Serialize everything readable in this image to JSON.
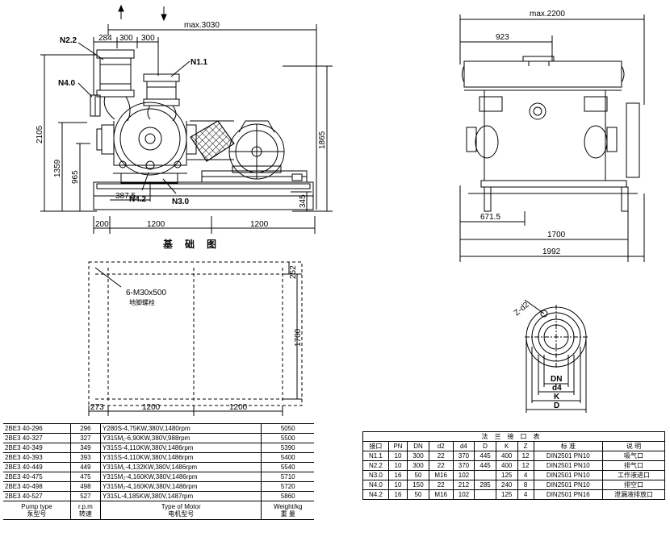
{
  "front_view": {
    "dims": {
      "max_length": "max.3030",
      "d284": "284",
      "d300a": "300",
      "d300b": "300",
      "h2105": "2105",
      "h1359": "1359",
      "h965": "965",
      "h1865": "1865",
      "h345": "345",
      "d387": "387.5",
      "b200": "200",
      "b1200a": "1200",
      "b1200b": "1200"
    },
    "ports": {
      "n22": "N2.2",
      "n11": "N1.1",
      "n40": "N4.0",
      "n42": "N4.2",
      "n30": "N3.0"
    }
  },
  "side_view": {
    "dims": {
      "max_width": "max.2200",
      "d923": "923",
      "d671": "671.5",
      "d1700": "1700",
      "d1992": "1992"
    }
  },
  "foundation": {
    "title": "基 础 图",
    "bolt_label": "6-M30x500",
    "bolt_sub": "地脚螺栓",
    "dims": {
      "d252": "252",
      "d1700": "1700",
      "d273": "273",
      "d1200a": "1200",
      "d1200b": "1200"
    }
  },
  "flange_detail": {
    "labels": {
      "zd2": "Z-d2",
      "dn": "DN",
      "d4": "d4",
      "k": "K",
      "d": "D"
    }
  },
  "pump_table": {
    "rows": [
      {
        "type": "2BE3  40-296",
        "rpm": "296",
        "motor": "Y280S-4,75KW,380V,1480rpm",
        "weight": "5050"
      },
      {
        "type": "2BE3  40-327",
        "rpm": "327",
        "motor": "Y315M₁-6,90KW,380V,988rpm",
        "weight": "5500"
      },
      {
        "type": "2BE3  40-349",
        "rpm": "349",
        "motor": "Y315S-4,110KW,380V,1486rpm",
        "weight": "5390"
      },
      {
        "type": "2BE3  40-393",
        "rpm": "393",
        "motor": "Y315S-4,110KW,380V,1486rpm",
        "weight": "5400"
      },
      {
        "type": "2BE3  40-449",
        "rpm": "449",
        "motor": "Y315M₁-4,132KW,380V,1486rpm",
        "weight": "5540"
      },
      {
        "type": "2BE3  40-475",
        "rpm": "475",
        "motor": "Y315M₂-4,160KW,380V,1486rpm",
        "weight": "5710"
      },
      {
        "type": "2BE3  40-498",
        "rpm": "498",
        "motor": "Y315M₂-4,160KW,380V,1486rpm",
        "weight": "5720"
      },
      {
        "type": "2BE3  40-527",
        "rpm": "527",
        "motor": "Y315L-4,185KW,380V,1487rpm",
        "weight": "5860"
      }
    ],
    "header": {
      "type_en": "Pump type",
      "type_cn": "泵型号",
      "rpm_en": "r.p.m",
      "rpm_cn": "转速",
      "motor_en": "Type of Motor",
      "motor_cn": "电机型号",
      "weight_en": "Weight/kg",
      "weight_cn": "重 量"
    }
  },
  "flange_table": {
    "caption": "法兰接口表",
    "headers": [
      "接口",
      "PN",
      "DN",
      "d2",
      "d4",
      "D",
      "K",
      "Z",
      "标 准",
      "说 明"
    ],
    "rows": [
      [
        "N1.1",
        "10",
        "300",
        "22",
        "370",
        "445",
        "400",
        "12",
        "DIN2501 PN10",
        "吸气口"
      ],
      [
        "N2.2",
        "10",
        "300",
        "22",
        "370",
        "445",
        "400",
        "12",
        "DIN2501 PN10",
        "排气口"
      ],
      [
        "N3.0",
        "16",
        "50",
        "M16",
        "102",
        "",
        "125",
        "4",
        "DIN2501 PN10",
        "工作液进口"
      ],
      [
        "N4.0",
        "10",
        "150",
        "22",
        "212",
        "285",
        "240",
        "8",
        "DIN2501 PN10",
        "排空口"
      ],
      [
        "N4.2",
        "16",
        "50",
        "M16",
        "102",
        "",
        "125",
        "4",
        "DIN2501 PN16",
        "泄漏液排放口"
      ]
    ]
  }
}
